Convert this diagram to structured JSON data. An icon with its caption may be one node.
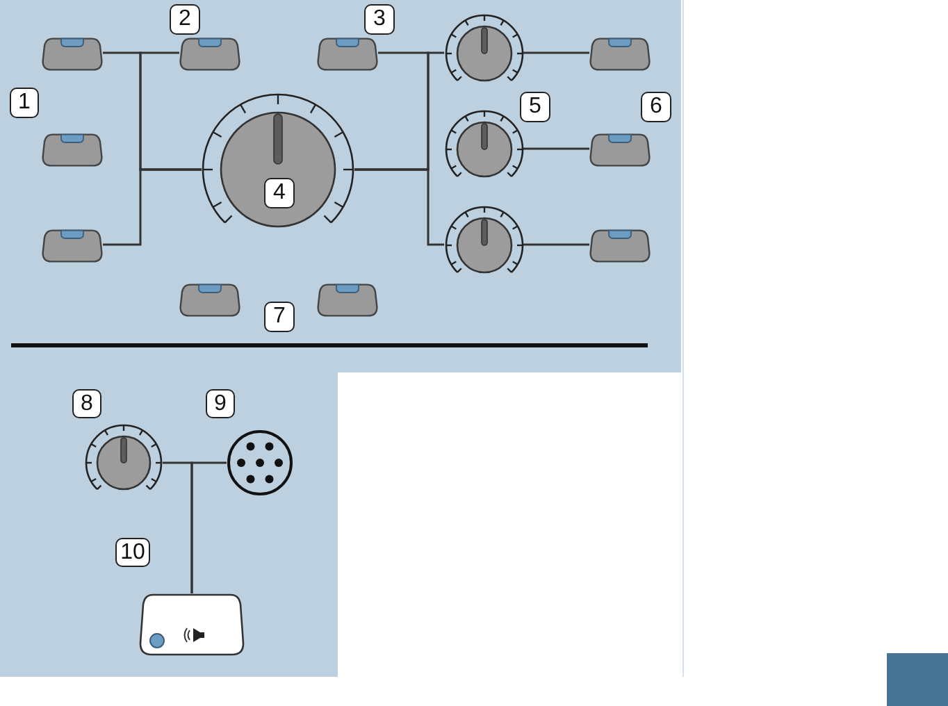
{
  "diagram": {
    "nodes": [
      {
        "text": [],
        "shape": "button"
      },
      {
        "text": [],
        "shape": "button"
      },
      {
        "text": [],
        "shape": "button"
      },
      {
        "text": [],
        "shape": "knob"
      },
      {
        "text": [],
        "shape": "button"
      },
      {
        "text": [],
        "shape": "button"
      },
      {
        "text": [],
        "shape": "knob"
      },
      {
        "text": [],
        "shape": "knob"
      },
      {
        "text": [],
        "shape": "button"
      },
      {
        "text": [],
        "shape": "button"
      },
      {
        "text": [],
        "shape": "knob"
      },
      {
        "text": [],
        "shape": "button"
      },
      {
        "text": [],
        "shape": "button"
      },
      {
        "text": [],
        "shape": "button"
      },
      {
        "text": [],
        "shape": "knob"
      },
      {
        "text": [],
        "shape": "socket"
      },
      {
        "text": [],
        "shape": "box"
      }
    ],
    "edges": [
      {
        "from": 0,
        "to": 6,
        "arrow": "none"
      },
      {
        "from": 1,
        "to": 6,
        "arrow": "none"
      },
      {
        "from": 9,
        "to": 6,
        "arrow": "none"
      },
      {
        "from": 6,
        "to": 2,
        "arrow": "none"
      },
      {
        "from": 6,
        "to": 3,
        "arrow": "none"
      },
      {
        "from": 6,
        "to": 10,
        "arrow": "none"
      },
      {
        "from": 3,
        "to": 4,
        "arrow": "none"
      },
      {
        "from": 7,
        "to": 8,
        "arrow": "none"
      },
      {
        "from": 10,
        "to": 11,
        "arrow": "none"
      },
      {
        "from": 16,
        "to": 14,
        "arrow": "none"
      },
      {
        "from": 16,
        "to": 15,
        "arrow": "none"
      }
    ],
    "labels": [
      "2",
      "3",
      "1",
      "5",
      "6",
      "4",
      "7",
      "8",
      "9",
      "10"
    ]
  }
}
